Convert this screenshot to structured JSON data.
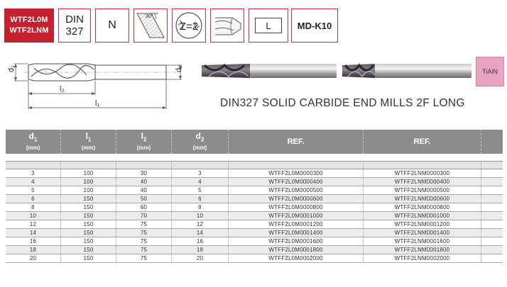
{
  "badges": {
    "code_line1": "WTF2L0M",
    "code_line2": "WTF2LNM",
    "din_line1": "DIN",
    "din_line2": "327",
    "type": "N",
    "helix_angle": "30°",
    "flutes": "Z=2",
    "length": "L",
    "material": "MD-K10"
  },
  "coating": "TiAlN",
  "subtitle": "DIN327 SOLID CARBIDE   END MILLS 2F LONG",
  "dimensions": {
    "d1": "d₁",
    "d2": "d₂",
    "l1": "l₁",
    "l2": "l₂"
  },
  "table": {
    "headers": [
      {
        "sym": "d",
        "sub": "1",
        "unit": "(mm)"
      },
      {
        "sym": "l",
        "sub": "1",
        "unit": "(mm)"
      },
      {
        "sym": "l",
        "sub": "2",
        "unit": "(mm)"
      },
      {
        "sym": "d",
        "sub": "2",
        "unit": "(mm)"
      },
      {
        "sym": "REF.",
        "sub": "",
        "unit": ""
      },
      {
        "sym": "REF.",
        "sub": "",
        "unit": ""
      },
      {
        "sym": "",
        "sub": "",
        "unit": ""
      }
    ],
    "rows": [
      [
        "3",
        "100",
        "30",
        "3",
        "WTFF2L0M0000300",
        "WTFF2LNM0000300"
      ],
      [
        "4",
        "100",
        "40",
        "4",
        "WTFF2L0M0000400",
        "WTFF2LNM0000400"
      ],
      [
        "5",
        "100",
        "40",
        "5",
        "WTFF2L0M0000500",
        "WTFF2LNM0000500"
      ],
      [
        "6",
        "150",
        "50",
        "6",
        "WTFF2L0M0000600",
        "WTFF2LNM0000600"
      ],
      [
        "8",
        "150",
        "60",
        "8",
        "WTFF2L0M0000800",
        "WTFF2LNM0000800"
      ],
      [
        "10",
        "150",
        "70",
        "10",
        "WTFF2L0M0001000",
        "WTFF2LNM0001000"
      ],
      [
        "12",
        "150",
        "75",
        "12",
        "WTFF2L0M0001200",
        "WTFF2LNM0001200"
      ],
      [
        "14",
        "150",
        "75",
        "14",
        "WTFF2L0M0001400",
        "WTFF2LNM0001400"
      ],
      [
        "16",
        "150",
        "75",
        "16",
        "WTFF2L0M0001600",
        "WTFF2LNM0001600"
      ],
      [
        "18",
        "150",
        "75",
        "18",
        "WTFF2L0M0001800",
        "WTFF2LNM0001800"
      ],
      [
        "20",
        "150",
        "75",
        "20",
        "WTFF2L0M0002000",
        "WTFF2LNM0002000"
      ]
    ]
  },
  "colors": {
    "accent": "#c4202e",
    "header_gray": "#8b8c8e",
    "coating_pink": "#e8a4c0"
  }
}
